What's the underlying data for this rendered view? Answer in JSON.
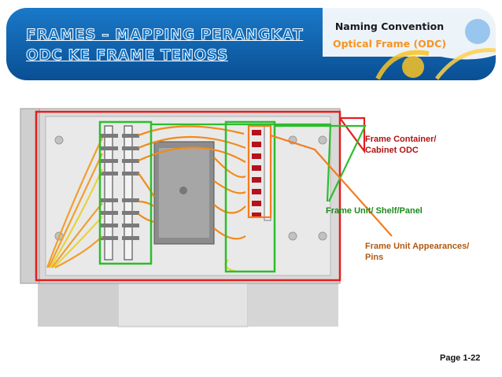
{
  "slide": {
    "title_line_1": "FRAMES – MAPPING PERANGKAT",
    "title_line_2": "ODC KE FRAME TENOSS",
    "header_label": "Naming Convention",
    "header_sublabel": "Optical Frame (ODC)",
    "page_number": "Page 1-22"
  },
  "annotations": {
    "frame_container": [
      "Frame Container/",
      "Cabinet ODC"
    ],
    "frame_unit": "Frame Unit/ Shelf/Panel",
    "frame_unit_appearances": [
      "Frame Unit Appearances/",
      "Pins"
    ]
  },
  "colors": {
    "banner_blue": "#0b5fae",
    "title_text": "#0b6fc0",
    "header_accent": "#f7941d",
    "container_outline": "#e41e1e",
    "unit_outline": "#2dbd2d",
    "pins_outline": "#f57c1f"
  }
}
